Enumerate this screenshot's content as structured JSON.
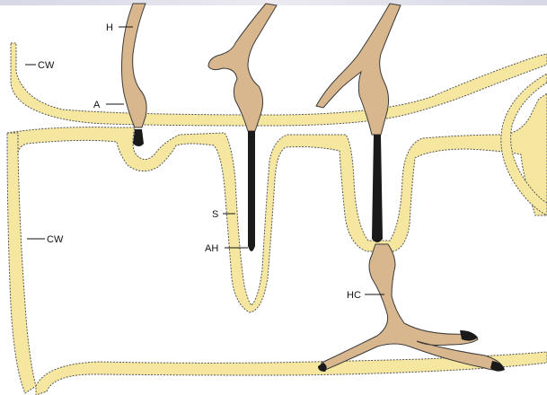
{
  "labels": {
    "hypha": "H",
    "cell_wall_top": "CW",
    "appressorium": "A",
    "sheath": "S",
    "cell_wall_left": "CW",
    "arbuscule_haustorium": "AH",
    "hyphal_cell": "HC"
  },
  "colors": {
    "wall_fill": "#f5e7a0",
    "hypha_fill": "#d8b78e",
    "outline": "#555555",
    "dark_core": "#1a1a1a",
    "cell_bg": "#ffffff",
    "frame_top": "#cfcfe0"
  }
}
